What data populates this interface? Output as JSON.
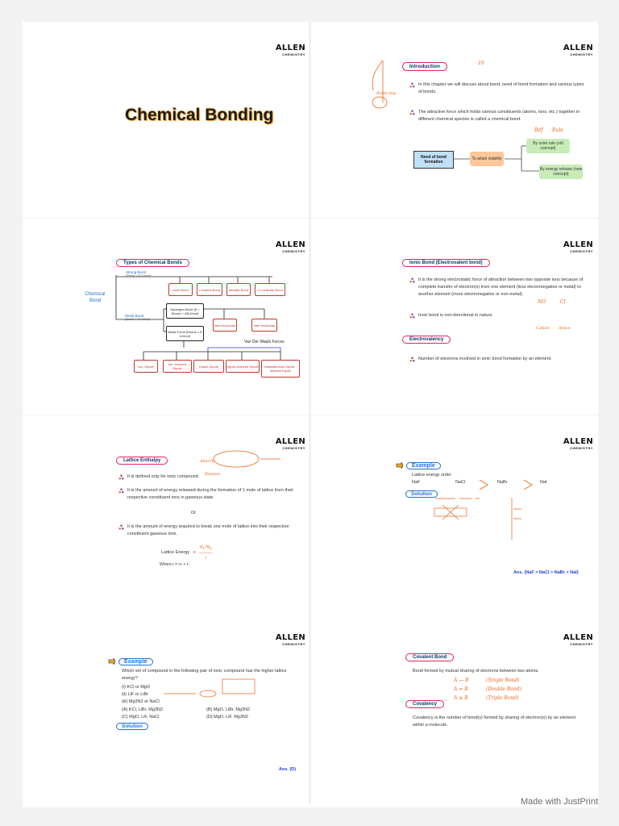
{
  "brand": {
    "name": "ALLEN",
    "sub": "CHEMISTRY"
  },
  "footer": "Made with JustPrint",
  "s1": {
    "title": "Chemical Bonding"
  },
  "s2": {
    "heading": "Introduction",
    "b1": "In this chapter we will discuss about bond, need of bond formation and various types of bonds.",
    "b2": "The attractive force which holds various constituents (atoms, ions, etc.) together in different chemical species is called a chemical bond.",
    "need": "Need of bond formation",
    "attain": "To attain stability",
    "octet": "By octet rule (old concept)",
    "energy": "By energy release (new concept)",
    "ink": [
      "10",
      "Bond imp",
      "Bdf",
      "Rule"
    ]
  },
  "s3": {
    "heading": "Types of Chemical Bonds",
    "root": "Chemical Bond",
    "strong": "Strong Bond",
    "strong_sub": "(Ebond > 42 kJ/mol)",
    "weak": "Weak Bond",
    "weak_sub": "(Ebond < 42 kJ/mol)",
    "strong_types": [
      "Ionic Bond",
      "Covalent Bond",
      "Metallic Bond",
      "Co-ordinate Bond"
    ],
    "hbond": "Hydrogen Bond (8 < Ebond < 42kJ/mol)",
    "weakforce": "Weak Force (Ebond < 8 kJ/mol)",
    "intra": "Intra-molecular",
    "inter": "Inter-molecular",
    "vdw": "Van Der Waals Forces",
    "vdw_types": [
      "Ion- Dipole",
      "Ion- Induced Dipole",
      "Dipole-Dipole",
      "Dipole-Induced Dipole",
      "Instantaneous Dipole - Induced Dipole"
    ]
  },
  "s4": {
    "heading": "Ionic Bond (Electrovalent bond)",
    "b1": "It is the strong electrostatic force of attraction between two opposite ions because of complete transfer of electron(s) from one element (less electronegative or metal) to another element (more electronegative or non-metal).",
    "b2": "Ionic bond is non-directional in nature.",
    "heading2": "Electrovalency",
    "b3": "Number of electrons involved in ionic bond formation by an element.",
    "ink": [
      "NO",
      "Cl",
      "Cation",
      "Anion"
    ]
  },
  "s5": {
    "heading": "Lattice Enthalpy",
    "b1": "It is defined only for ionic compound.",
    "b2": "It is the amount of energy released during the formation of 1 mole of lattice from their respective constituent ions in gaseous state.",
    "or": "Or",
    "b3": "It is the amount of energy required to break one mole of lattice into their respective constituent gaseous ions.",
    "formula_label": "Lattice Energy",
    "where": "Where r = r+ + r-",
    "ink": [
      "Absorb",
      "Release"
    ]
  },
  "s6": {
    "example": "Example",
    "q": "Lattice energy order",
    "items": [
      "NaF",
      "NaCl",
      "NaBr",
      "NaI"
    ],
    "solution": "Solution",
    "answer": "Ans. (NaF > NaCl > NaBr > NaI)"
  },
  "s7": {
    "example": "Example",
    "q": "Which set of compound in the following pair of ionic compound has the higher lattice energy?",
    "pairs": [
      "(i) KCl or MgO",
      "(ii) LiF or LiBr",
      "(iii) Mg3N2 or NaCl"
    ],
    "opts": [
      "(A) KCl, LiBr, Mg3N2",
      "(B) MgO, LiBr, Mg3N2",
      "(C) MgO, LiF, NaCl",
      "(D) MgO, LiF, Mg3N2"
    ],
    "solution": "Solution",
    "answer": "Ans. (D)"
  },
  "s8": {
    "heading": "Covalent Bond",
    "b1": "Bond formed by mutual sharing of electrons between two atoms.",
    "bonds": [
      "A — B",
      "A = B",
      "A ≡ B"
    ],
    "bond_names": [
      "(Single Bond)",
      "(Double Bond)",
      "(Triple Bond)"
    ],
    "heading2": "Covalency",
    "b2": "Covalency is the number of bond(s) formed by sharing of electron(s) by an element within a molecule."
  }
}
